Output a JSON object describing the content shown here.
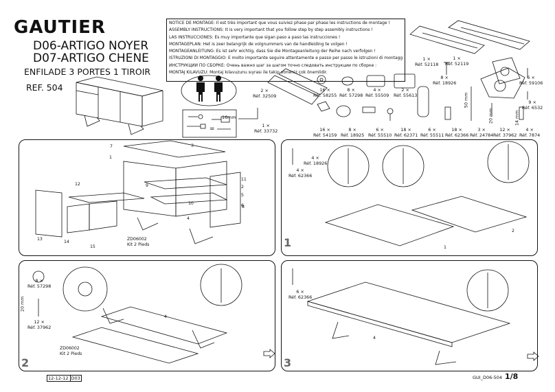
{
  "header": {
    "brand": "GAUTIER",
    "model_line1": "D06-ARTIGO NOYER",
    "model_line2": "D07-ARTIGO CHENE",
    "product": "ENFILADE 3 PORTES 1 TIROIR",
    "reference": "REF. 504"
  },
  "notice": [
    "NOTICE DE MONTAGE: Il est très important que vous suiviez phase par phase les instructions de montage !",
    "ASSEMBLY INSTRUCTIONS: It is very important that you follow step by step assembly instructions !",
    "LAS INSTRUCCIONES: Es muy importante que sigan paso a paso las instrucciones !",
    "MONTAGEPLAN: Het is zeer belangrijk de volgnummers van de handleiding te volgen !",
    "MONTAGEANLEITUNG: Es ist sehr wichtig, dass Sie die Montageanleitung der Reihe nach verfolgen !",
    "ISTRUZIONI DI MONTAGGIO: E molto importante seguire attentamente e passo per passo le istruzioni di montaggio!",
    "ИНСТРУКЦИИ ПО СБОРКЕ: Очень важно шаг за шагом точно следовать инструкции по сборке :",
    "MONTAJ KILAVUZU: Montaj kılavuzunu sıyrası ile takip etmeniz çok önemlidir."
  ],
  "hardware": [
    {
      "qty": "1 ×",
      "ref": "Réf. 52118"
    },
    {
      "qty": "1 ×",
      "ref": "Réf. 52119"
    },
    {
      "qty": "2 ×",
      "ref": "Réf. 32509"
    },
    {
      "qty": "16 ×",
      "ref": "Réf. 58255"
    },
    {
      "qty": "8 ×",
      "ref": "Réf. 57298"
    },
    {
      "qty": "4 ×",
      "ref": "Réf. 55509"
    },
    {
      "qty": "2 ×",
      "ref": "Réf. 55613"
    },
    {
      "qty": "8 ×",
      "ref": "Réf. 18926"
    },
    {
      "qty": "6 ×",
      "ref": "Réf. 59106"
    },
    {
      "qty": "9 ×",
      "ref": "Réf. 6532"
    },
    {
      "qty": "1 ×",
      "ref": "Réf. 33732"
    },
    {
      "qty": "16 ×",
      "ref": "Réf. 54159"
    },
    {
      "qty": "8 ×",
      "ref": "Réf. 18925"
    },
    {
      "qty": "6 ×",
      "ref": "Réf. 55510"
    },
    {
      "qty": "18 ×",
      "ref": "Réf. 62371"
    },
    {
      "qty": "6 ×",
      "ref": "Réf. 55511"
    },
    {
      "qty": "18 ×",
      "ref": "Réf. 62366"
    },
    {
      "qty": "3 ×",
      "ref": "Réf. 24784"
    },
    {
      "qty": "12 ×",
      "ref": "Réf. 37962"
    },
    {
      "qty": "4 ×",
      "ref": "Réf. 7874"
    }
  ],
  "dims": {
    "d50": "50 mm",
    "d20": "20 mm",
    "d14": "14 mm",
    "d16": "16mm"
  },
  "overview": {
    "callouts": [
      "1",
      "2",
      "3",
      "4",
      "5",
      "6",
      "7",
      "8",
      "9",
      "10",
      "11",
      "12",
      "13",
      "14",
      "15"
    ],
    "kit_code": "ZD06002",
    "kit_label": "Kit 2 Pieds"
  },
  "step1": {
    "number": "1",
    "parts": [
      {
        "qty": "4 ×",
        "ref": "Réf. 18926"
      },
      {
        "qty": "4 ×",
        "ref": "Réf. 62366"
      }
    ],
    "callouts": [
      "1",
      "2"
    ]
  },
  "step2": {
    "number": "2",
    "parts": [
      {
        "qty": "8 ×",
        "ref": "Réf. 57298"
      },
      {
        "qty": "12 ×",
        "ref": "Réf. 37962"
      }
    ],
    "dim": "20 mm",
    "callout": "4",
    "kit_code": "ZD06002",
    "kit_label": "Kit 2 Pieds"
  },
  "step3": {
    "number": "3",
    "parts": [
      {
        "qty": "6 ×",
        "ref": "Réf. 62366"
      }
    ],
    "callout": "4"
  },
  "footer": {
    "date": "12-12-12",
    "code": "D03",
    "doc_id": "GUI_D06-504",
    "page": "1/8"
  }
}
